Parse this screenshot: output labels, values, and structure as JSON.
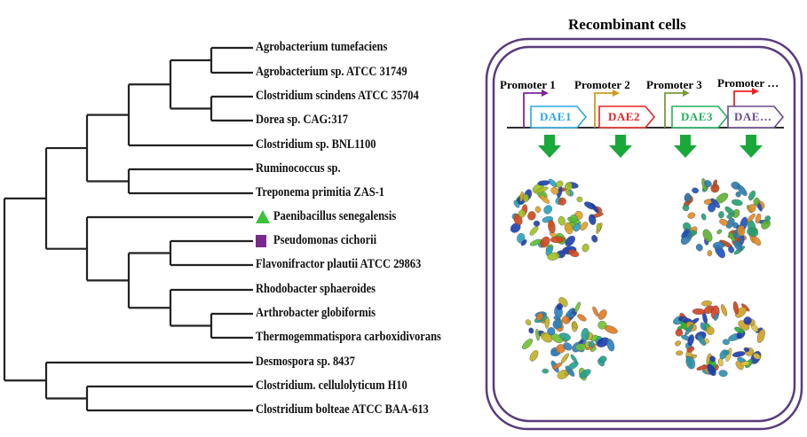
{
  "tree": {
    "leaves": [
      {
        "label": "Agrobacterium tumefaciens",
        "marker": null
      },
      {
        "label": "Agrobacterium sp. ATCC 31749",
        "marker": null
      },
      {
        "label": "Clostridium scindens ATCC 35704",
        "marker": null
      },
      {
        "label": "Dorea sp. CAG:317",
        "marker": null
      },
      {
        "label": "Clostridium sp. BNL1100",
        "marker": null
      },
      {
        "label": "Ruminococcus sp.",
        "marker": null
      },
      {
        "label": "Treponema primitia ZAS-1",
        "marker": null
      },
      {
        "label": "Paenibacillus senegalensis",
        "marker": "green-triangle"
      },
      {
        "label": "Pseudomonas cichorii",
        "marker": "purple-square"
      },
      {
        "label": "Flavonifractor plautii ATCC 29863",
        "marker": null
      },
      {
        "label": "Rhodobacter sphaeroides",
        "marker": null
      },
      {
        "label": "Arthrobacter globiformis",
        "marker": null
      },
      {
        "label": "Thermogemmatispora carboxidivorans",
        "marker": null
      },
      {
        "label": "Desmospora sp. 8437",
        "marker": null
      },
      {
        "label": "Clostridium. cellulolyticum H10",
        "marker": null
      },
      {
        "label": "Clostridium bolteae ATCC BAA-613",
        "marker": null
      }
    ],
    "newick": "((((((Agrobacterium tumefaciens,Agrobacterium sp. ATCC 31749),(Clostridium scindens ATCC 35704,Dorea sp. CAG:317)),Clostridium sp. BNL1100),(Ruminococcus sp.,Treponema primitia ZAS-1)),(Paenibacillus senegalensis,((Pseudomonas cichorii,Flavonifractor plautii ATCC 29863),(Rhodobacter sphaeroides,(Arthrobacter globiformis,Thermogemmatispora carboxidivorans))))),(Desmospora sp. 8437,(Clostridium. cellulolyticum H10,Clostridium bolteae ATCC BAA-613)))",
    "marker_colors": {
      "green-triangle": "#3ac43a",
      "purple-square": "#7a2a8e"
    }
  },
  "cell": {
    "title": "Recombinant cells",
    "membrane_color": "#5a3a7e",
    "constructs": [
      {
        "promoter": "Promoter 1",
        "promoter_color": "#7a2a9a",
        "gene": "DAE1",
        "gene_color": "#29a8e0"
      },
      {
        "promoter": "Promoter 2",
        "promoter_color": "#d09a20",
        "gene": "DAE2",
        "gene_color": "#e52222"
      },
      {
        "promoter": "Promoter 3",
        "promoter_color": "#7a9a3a",
        "gene": "DAE3",
        "gene_color": "#22b060"
      },
      {
        "promoter": "Promoter …",
        "promoter_color": "#ee2222",
        "gene": "DAE…",
        "gene_color": "#6a4a8a"
      }
    ],
    "expression_arrow_color": "#1aa83a",
    "proteins": [
      "protein-structure-1",
      "protein-structure-2",
      "protein-structure-3",
      "protein-structure-4"
    ]
  }
}
